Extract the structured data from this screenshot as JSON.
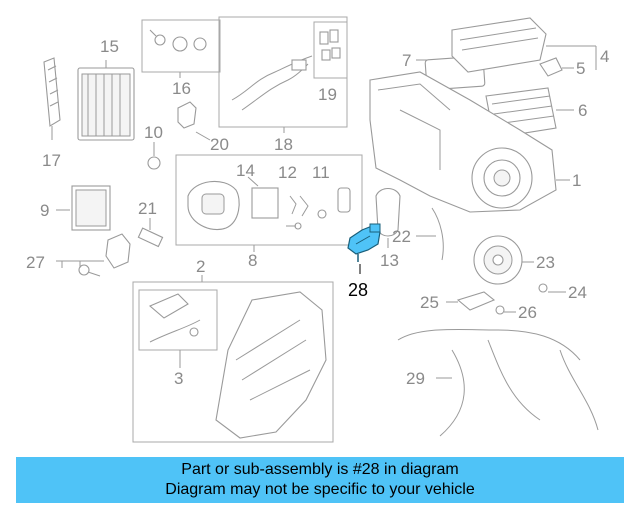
{
  "diagram": {
    "callouts": [
      "1",
      "2",
      "3",
      "4",
      "5",
      "6",
      "7",
      "8",
      "9",
      "10",
      "11",
      "12",
      "13",
      "14",
      "15",
      "16",
      "17",
      "18",
      "19",
      "20",
      "21",
      "22",
      "23",
      "24",
      "25",
      "26",
      "27",
      "28",
      "29"
    ],
    "highlighted_callout": "28",
    "highlight_color": "#4fc3f7"
  },
  "banner": {
    "line1": "Part or sub-assembly is #28 in diagram",
    "line2": "Diagram may not be specific to your vehicle",
    "background": "#4fc3f7"
  }
}
